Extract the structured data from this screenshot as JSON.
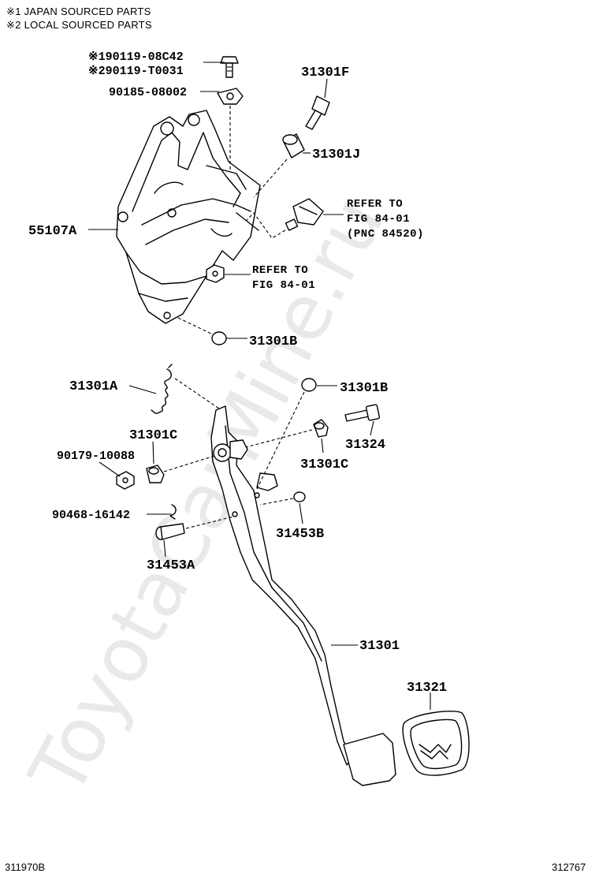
{
  "notes": {
    "note1": "※1 JAPAN SOURCED PARTS",
    "note2": "※2 LOCAL SOURCED PARTS"
  },
  "labels": {
    "p_90119_08c42": "※190119-08C42",
    "p_90119_t0031": "※290119-T0031",
    "p_90185_08002": "90185-08002",
    "p_31301f": "31301F",
    "p_31301j": "31301J",
    "p_55107a": "55107A",
    "p_31301b_top": "31301B",
    "p_31301a": "31301A",
    "p_31301b_mid": "31301B",
    "p_31301c_left": "31301C",
    "p_31324": "31324",
    "p_90179_10088": "90179-10088",
    "p_31301c_right": "31301C",
    "p_90468_16142": "90468-16142",
    "p_31453b": "31453B",
    "p_31453a": "31453A",
    "p_31301": "31301",
    "p_31321": "31321"
  },
  "refs": {
    "ref1_line1": "REFER TO",
    "ref1_line2": "FIG 84-01",
    "ref1_line3": "(PNC 84520)",
    "ref2_line1": "REFER TO",
    "ref2_line2": "FIG 84-01"
  },
  "footer": {
    "left": "311970B",
    "right": "312767"
  },
  "watermark": "ToyotaCarMine.ru"
}
